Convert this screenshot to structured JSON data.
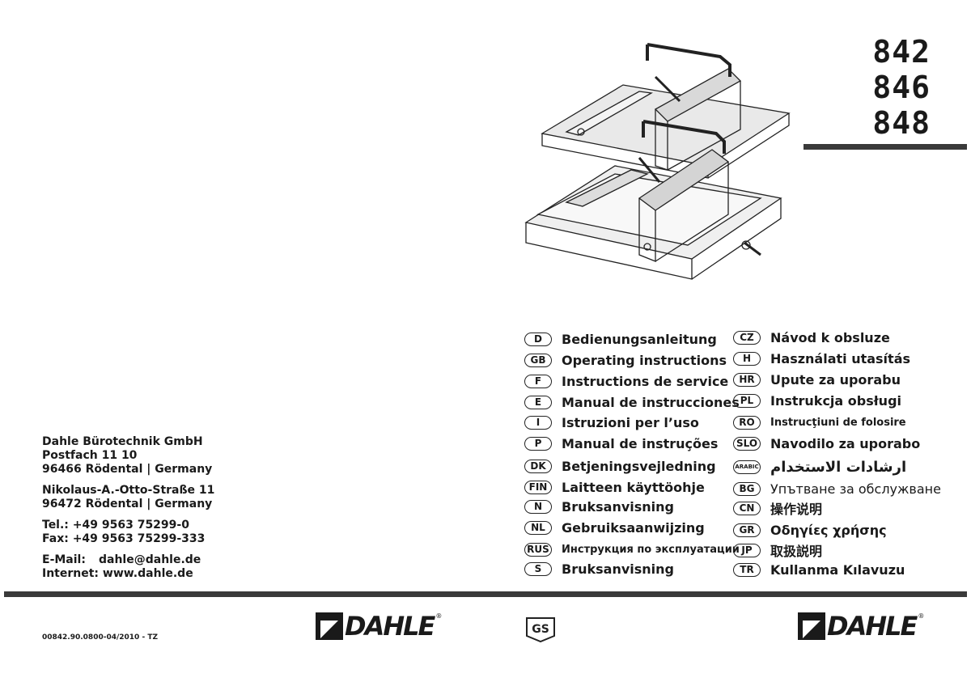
{
  "models": [
    "842",
    "846",
    "848"
  ],
  "languages_left": [
    {
      "code": "D",
      "label": "Bedienungsanleitung"
    },
    {
      "code": "GB",
      "label": "Operating instructions"
    },
    {
      "code": "F",
      "label": "Instructions de service"
    },
    {
      "code": "E",
      "label": "Manual de instrucciones"
    },
    {
      "code": "I",
      "label": "Istruzioni per l’uso"
    },
    {
      "code": "P",
      "label": "Manual de instruções"
    },
    {
      "code": "DK",
      "label": "Betjeningsvejledning"
    },
    {
      "code": "FIN",
      "label": "Laitteen käyttöohje"
    },
    {
      "code": "N",
      "label": "Bruksanvisning"
    },
    {
      "code": "NL",
      "label": "Gebruiksaanwijzing"
    },
    {
      "code": "RUS",
      "label": "Инструкция по эксплуатации"
    },
    {
      "code": "S",
      "label": "Bruksanvisning"
    }
  ],
  "languages_right": [
    {
      "code": "CZ",
      "label": "Návod k obsluze"
    },
    {
      "code": "H",
      "label": "Használati utasítás"
    },
    {
      "code": "HR",
      "label": "Upute za uporabu"
    },
    {
      "code": "PL",
      "label": "Instrukcja obsługi"
    },
    {
      "code": "RO",
      "label": "Instrucţiuni de folosire"
    },
    {
      "code": "SLO",
      "label": "Navodilo za uporabo"
    },
    {
      "code": "ARABIC",
      "label": "ارشادات الاستخدام"
    },
    {
      "code": "BG",
      "label": "Упътване за обслужване"
    },
    {
      "code": "CN",
      "label": "操作说明"
    },
    {
      "code": "GR",
      "label": "Οδηγίες χρήσης"
    },
    {
      "code": "JP",
      "label": "取扱説明"
    },
    {
      "code": "TR",
      "label": "Kullanma Kılavuzu"
    }
  ],
  "address": {
    "company": "Dahle Bürotechnik GmbH",
    "po_box": "Postfach 11 10",
    "po_city": "96466 Rödental | Germany",
    "street": "Nikolaus-A.-Otto-Straße 11",
    "street_city": "96472 Rödental | Germany",
    "tel": "Tel.: +49 9563 75299-0",
    "fax": "Fax: +49 9563 75299-333",
    "email_label": "E-Mail:",
    "email": "dahle@dahle.de",
    "internet_label": "Internet:",
    "internet": "www.dahle.de"
  },
  "doc_number": "00842.90.0800-04/2010 - TZ",
  "brand": {
    "name": "DAHLE",
    "reg": "®",
    "color": "#1a1a1a"
  },
  "icons": [
    "dahle-logo-icon",
    "gs-certification-icon",
    "paper-cutter-illustration-icon"
  ]
}
